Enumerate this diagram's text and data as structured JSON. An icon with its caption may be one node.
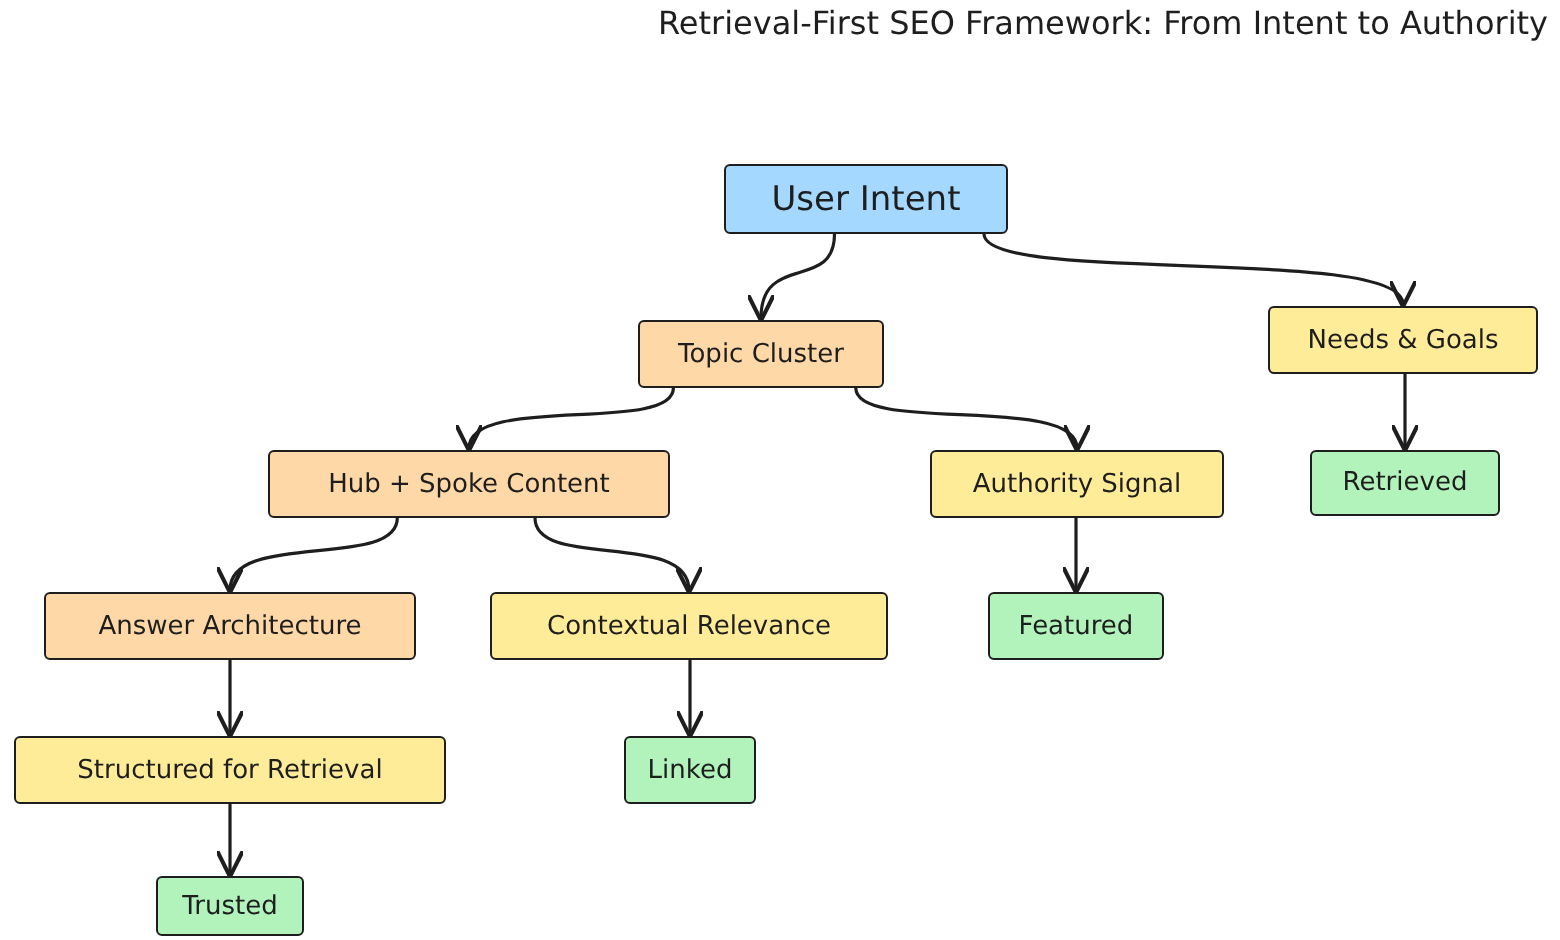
{
  "diagram": {
    "title": "Retrieval-First SEO Framework: From Intent to Authority",
    "nodes": [
      {
        "text": [
          "User Intent"
        ]
      },
      {
        "text": [
          "Topic Cluster"
        ]
      },
      {
        "text": [
          "Needs & Goals"
        ]
      },
      {
        "text": [
          "Hub + Spoke Content"
        ]
      },
      {
        "text": [
          "Authority Signal"
        ]
      },
      {
        "text": [
          "Retrieved"
        ]
      },
      {
        "text": [
          "Answer Architecture"
        ]
      },
      {
        "text": [
          "Contextual Relevance"
        ]
      },
      {
        "text": [
          "Featured"
        ]
      },
      {
        "text": [
          "Structured for Retrieval"
        ]
      },
      {
        "text": [
          "Linked"
        ]
      },
      {
        "text": [
          "Trusted"
        ]
      }
    ],
    "edges": [
      {
        "from": 0,
        "to": 1,
        "arrow": "to"
      },
      {
        "from": 0,
        "to": 2,
        "arrow": "to"
      },
      {
        "from": 1,
        "to": 3,
        "arrow": "to"
      },
      {
        "from": 1,
        "to": 4,
        "arrow": "to"
      },
      {
        "from": 2,
        "to": 5,
        "arrow": "to"
      },
      {
        "from": 3,
        "to": 6,
        "arrow": "to"
      },
      {
        "from": 3,
        "to": 7,
        "arrow": "to"
      },
      {
        "from": 4,
        "to": 8,
        "arrow": "to"
      },
      {
        "from": 6,
        "to": 9,
        "arrow": "to"
      },
      {
        "from": 7,
        "to": 10,
        "arrow": "to"
      },
      {
        "from": 9,
        "to": 11,
        "arrow": "to"
      }
    ]
  }
}
